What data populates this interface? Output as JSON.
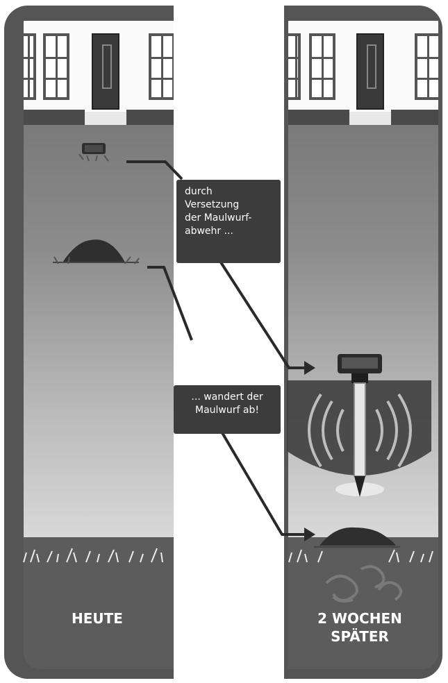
{
  "callouts": {
    "first_lines": [
      "durch",
      "Versetzung",
      "der Maulwurf-",
      "abwehr ..."
    ],
    "second_lines": [
      "... wandert der",
      "Maulwurf ab!"
    ]
  },
  "labels": {
    "left": "HEUTE",
    "right_lines": [
      "2 WOCHEN",
      "SPÄTER"
    ]
  },
  "colors": {
    "frame": "#555555",
    "callout_bg": "#3c3c3c",
    "text": "#ffffff"
  },
  "icons": [
    "house-window-icon",
    "house-door-icon",
    "molehill-icon",
    "mole-repeller-icon",
    "sound-wave-icon",
    "arrow-icon",
    "grass-icon",
    "mole-tunnel-icon"
  ]
}
